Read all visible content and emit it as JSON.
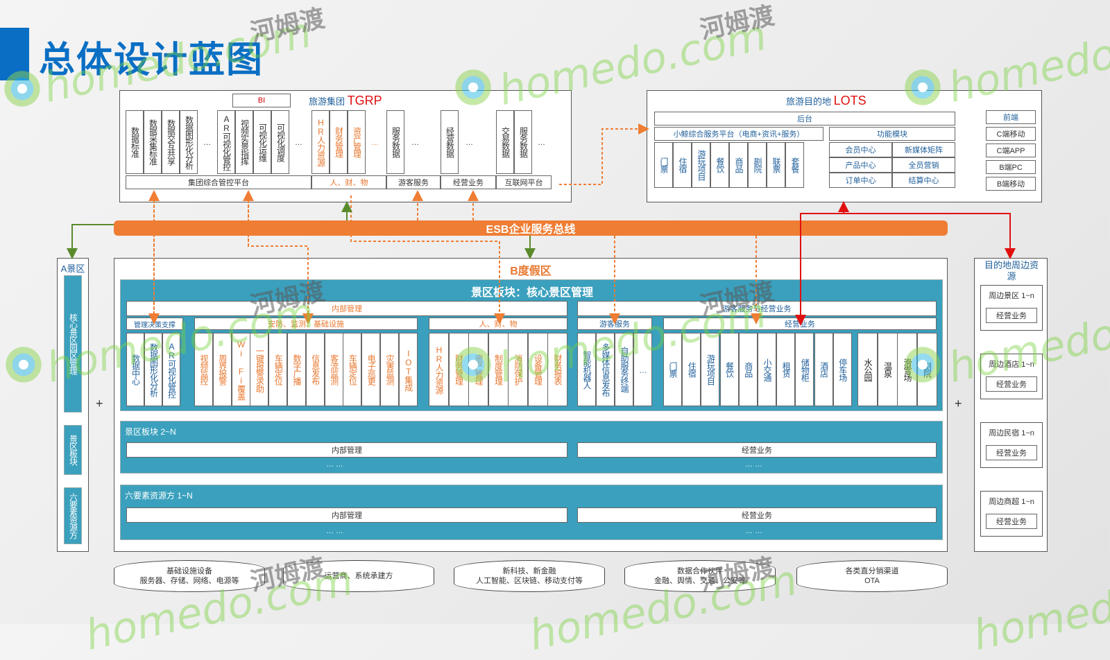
{
  "title": "总体设计蓝图",
  "watermark": {
    "site": "homedo.com",
    "brand": "河姆渡"
  },
  "colors": {
    "accent_blue": "#0a6fc4",
    "orange": "#ef7d33",
    "teal": "#3aa0bd",
    "red": "#e01010",
    "green": "#5b8a2c"
  },
  "tgrp": {
    "label_prefix": "旅游集团",
    "label_name": "TGRP",
    "bi": "BI",
    "group_ctrl": [
      "数据标准",
      "数据采集标准",
      "数据交互共享",
      "数据图形化分析",
      "…",
      "AR可视化管控",
      "视频实景指挥",
      "可视化运维",
      "可视化调度",
      "…"
    ],
    "hr_group": [
      "HR人力资源",
      "财务管理",
      "资产管理",
      "…"
    ],
    "service_data": [
      "服务数据",
      "…"
    ],
    "business_data": [
      "经营数据",
      "…"
    ],
    "trade_data": [
      "交易数据",
      "服务数据",
      "…"
    ],
    "bottom": [
      "集团综合管控平台",
      "人、财、物",
      "游客服务",
      "经营业务",
      "互联网平台"
    ]
  },
  "lots": {
    "label_prefix": "旅游目的地",
    "label_name": "LOTS",
    "backend": "后台",
    "platform": "小鲸综合服务平台（电商+资讯+服务）",
    "platform_items": [
      "门票",
      "住宿",
      "游玩项目",
      "餐饮",
      "商品",
      "剧院",
      "联票",
      "套餐"
    ],
    "func_title": "功能模块",
    "func_items": [
      "会员中心",
      "新媒体矩阵",
      "产品中心",
      "全员营销",
      "订单中心",
      "结算中心"
    ],
    "frontend": "前端",
    "frontend_items": [
      "C端移动",
      "C端APP",
      "B端PC",
      "B端移动"
    ]
  },
  "esb": "ESB企业服务总线",
  "zone_a": {
    "title": "A景区",
    "items": [
      "核心景区园区管理",
      "景区板块",
      "六要素资源方"
    ]
  },
  "zone_b": {
    "title": "B度假区",
    "core_title": "景区板块：核心景区管理",
    "internal": "内部管理",
    "mgmt_support": "管理决策支撑",
    "mgmt_items": [
      "数据中心",
      "数据图形化分析",
      "AR可视化管控"
    ],
    "security": "安防、监测、基础设施",
    "security_items": [
      "视频监控",
      "周界报警",
      "Wi Fi覆盖",
      "一键报警求助",
      "车辆定位",
      "数字广播",
      "信息发布",
      "客流监测",
      "车辆定位",
      "电子巡更",
      "灾害监测",
      "IOT集成"
    ],
    "hr": "人、财、物",
    "hr_items": [
      "HR人力资源",
      "财务管理",
      "资产管理",
      "制度管理",
      "消防保护",
      "设备管理",
      "财务报表"
    ],
    "visitor": "游客服务与经营业务",
    "visitor_service": "游客服务",
    "visitor_items": [
      "智能机器人",
      "多媒体信息发布",
      "自助服务终端",
      "…"
    ],
    "business": "经营业务",
    "business_items": [
      "门票",
      "住宿",
      "游玩项目",
      "餐饮",
      "商品",
      "小交通",
      "租赁",
      "储物柜",
      "酒店",
      "停车场"
    ],
    "extra_items": [
      "水公园",
      "温泉",
      "滑雪场",
      "剧院"
    ],
    "block2_title": "景区板块  2~N",
    "block3_title": "六要素资源方  1~N",
    "internal_mgmt": "内部管理",
    "business_ops": "经营业务",
    "ellipsis": "…  …"
  },
  "surround": {
    "title": "目的地周边资源",
    "items": [
      {
        "name": "周边景区  1~n",
        "sub": "经营业务"
      },
      {
        "name": "周边酒店  1~n",
        "sub": "经营业务"
      },
      {
        "name": "周边民宿  1~n",
        "sub": "经营业务"
      },
      {
        "name": "周边商超  1~n",
        "sub": "经营业务"
      }
    ]
  },
  "plus": "+",
  "foundation": [
    {
      "title": "基础设施设备",
      "sub": "服务器、存储、网络、电源等"
    },
    {
      "title": "运营商、系统承建方",
      "sub": ""
    },
    {
      "title": "新科技、新金融",
      "sub": "人工智能、区块链、移动支付等"
    },
    {
      "title": "数据合作伙伴",
      "sub": "金融、舆情、交通、公安等"
    },
    {
      "title": "各类直分销渠道",
      "sub": "OTA"
    }
  ]
}
